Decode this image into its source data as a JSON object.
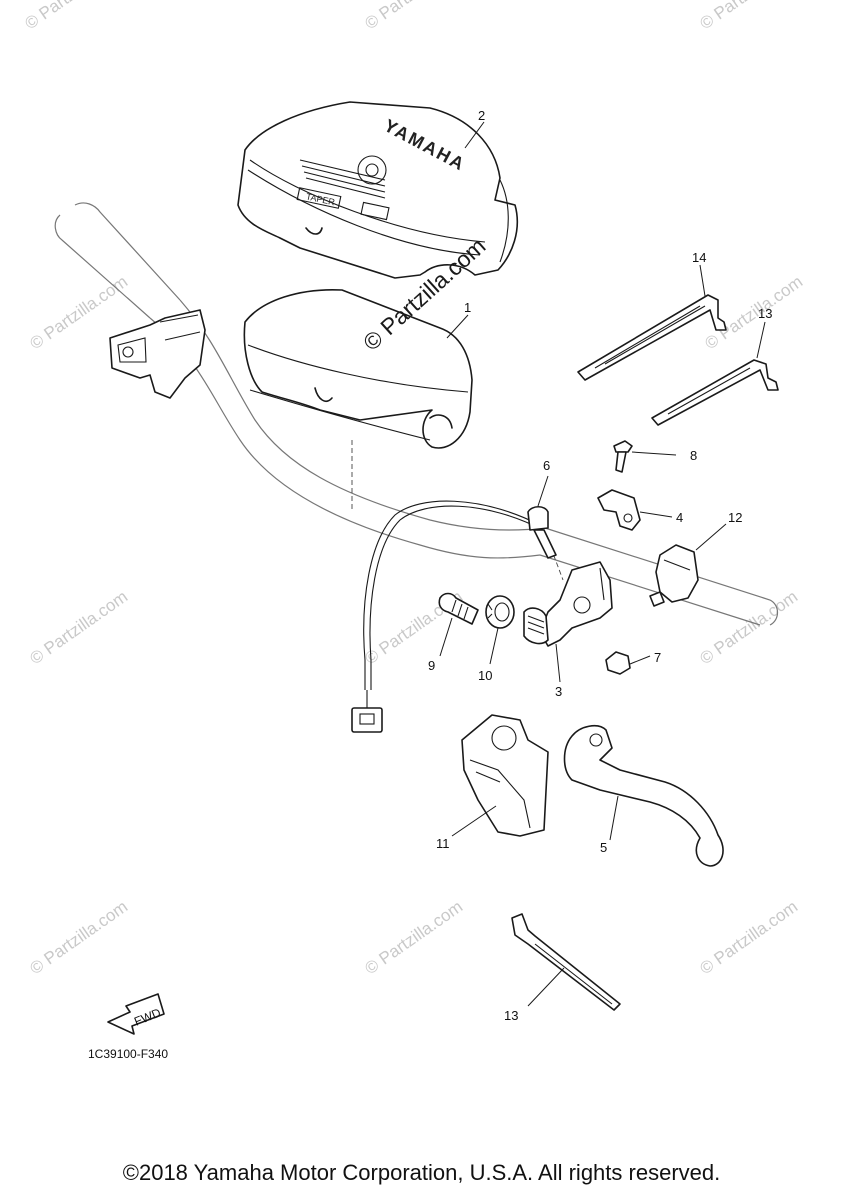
{
  "watermark": {
    "text": "© Partzilla.com"
  },
  "diagram_code": "1C39100-F340",
  "fwd_label": "FWD",
  "cover_brand": "YAMAHA",
  "cover_badge_left": "TAPER",
  "copyright": "©2018 Yamaha Motor Corporation, U.S.A. All rights reserved.",
  "callouts": [
    "1",
    "2",
    "3",
    "4",
    "5",
    "6",
    "7",
    "8",
    "9",
    "10",
    "11",
    "12",
    "13",
    "13",
    "14"
  ]
}
